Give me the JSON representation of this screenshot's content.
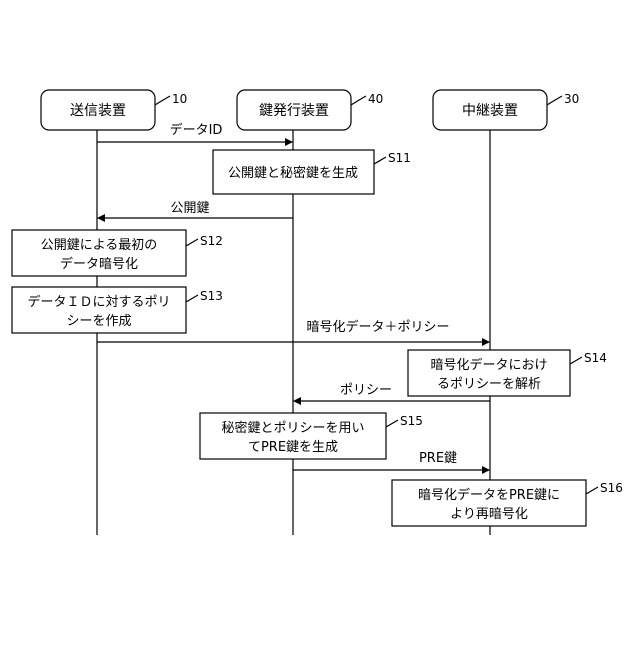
{
  "entities": [
    {
      "label": "送信装置",
      "ref": "10"
    },
    {
      "label": "鍵発行装置",
      "ref": "40"
    },
    {
      "label": "中継装置",
      "ref": "30"
    }
  ],
  "messages": [
    {
      "label": "データID"
    },
    {
      "label": "公開鍵"
    },
    {
      "label": "暗号化データ＋ポリシー"
    },
    {
      "label": "ポリシー"
    },
    {
      "label": "PRE鍵"
    }
  ],
  "steps": [
    {
      "id": "S11",
      "lines": [
        "公開鍵と秘密鍵を生成"
      ]
    },
    {
      "id": "S12",
      "lines": [
        "公開鍵による最初の",
        "データ暗号化"
      ]
    },
    {
      "id": "S13",
      "lines": [
        "データＩＤに対するポリ",
        "シーを作成"
      ]
    },
    {
      "id": "S14",
      "lines": [
        "暗号化データにおけ",
        "るポリシーを解析"
      ]
    },
    {
      "id": "S15",
      "lines": [
        "秘密鍵とポリシーを用い",
        "てPRE鍵を生成"
      ]
    },
    {
      "id": "S16",
      "lines": [
        "暗号化データをPRE鍵に",
        "より再暗号化"
      ]
    }
  ]
}
